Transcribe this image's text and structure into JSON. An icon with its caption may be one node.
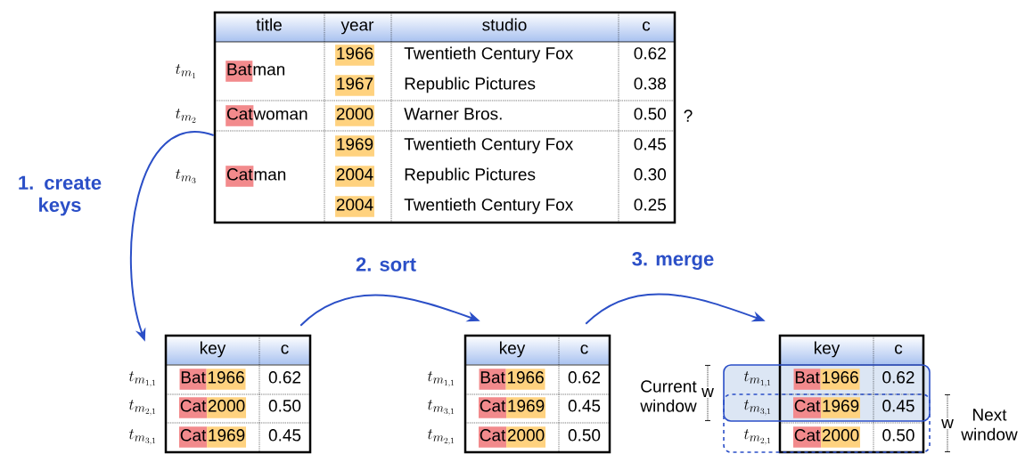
{
  "diagram": {
    "nodes": [
      {
        "text": [
          "title",
          "year",
          "studio",
          "c",
          "Bat",
          "man",
          "1966",
          "Twentieth Century Fox",
          "0.62",
          "1967",
          "Republic Pictures",
          "0.38",
          "Cat",
          "woman",
          "2000",
          "Warner Bros.",
          "0.50",
          "Cat",
          "man",
          "1969",
          "Twentieth Century Fox",
          "0.45",
          "2004",
          "Republic Pictures",
          "0.30",
          "2004",
          "Twentieth Century Fox",
          "0.25"
        ],
        "beside": [
          "t_{m_1}",
          "t_{m_2}",
          "t_{m_3}"
        ]
      },
      {
        "text": [
          "key",
          "c",
          "Bat",
          "1966",
          "0.62",
          "Cat",
          "2000",
          "0.50",
          "Cat",
          "1969",
          "0.45"
        ],
        "beside": [
          "t_{m_{1,1}}",
          "t_{m_{2,1}}",
          "t_{m_{3,1}}"
        ]
      },
      {
        "text": [
          "key",
          "c",
          "Bat",
          "1966",
          "0.62",
          "Cat",
          "1969",
          "0.45",
          "Cat",
          "2000",
          "0.50"
        ],
        "beside": [
          "t_{m_{1,1}}",
          "t_{m_{3,1}}",
          "t_{m_{2,1}}"
        ]
      },
      {
        "text": [
          "key",
          "c",
          "Bat",
          "1966",
          "0.62",
          "Cat",
          "1969",
          "0.45",
          "Cat",
          "2000",
          "0.50"
        ],
        "beside": [
          "t_{m_{1,1}}",
          "t_{m_{3,1}}",
          "t_{m_{2,1}}"
        ]
      }
    ],
    "edges": [
      {
        "from": 0,
        "to": 1,
        "arrow": "to",
        "label": "1. create keys"
      },
      {
        "from": 1,
        "to": 2,
        "arrow": "to",
        "label": "2. sort"
      },
      {
        "from": 2,
        "to": 3,
        "arrow": "to",
        "label": "3. merge"
      }
    ],
    "labels": [
      "?",
      "Current window",
      "w",
      "w",
      "Next window"
    ]
  }
}
